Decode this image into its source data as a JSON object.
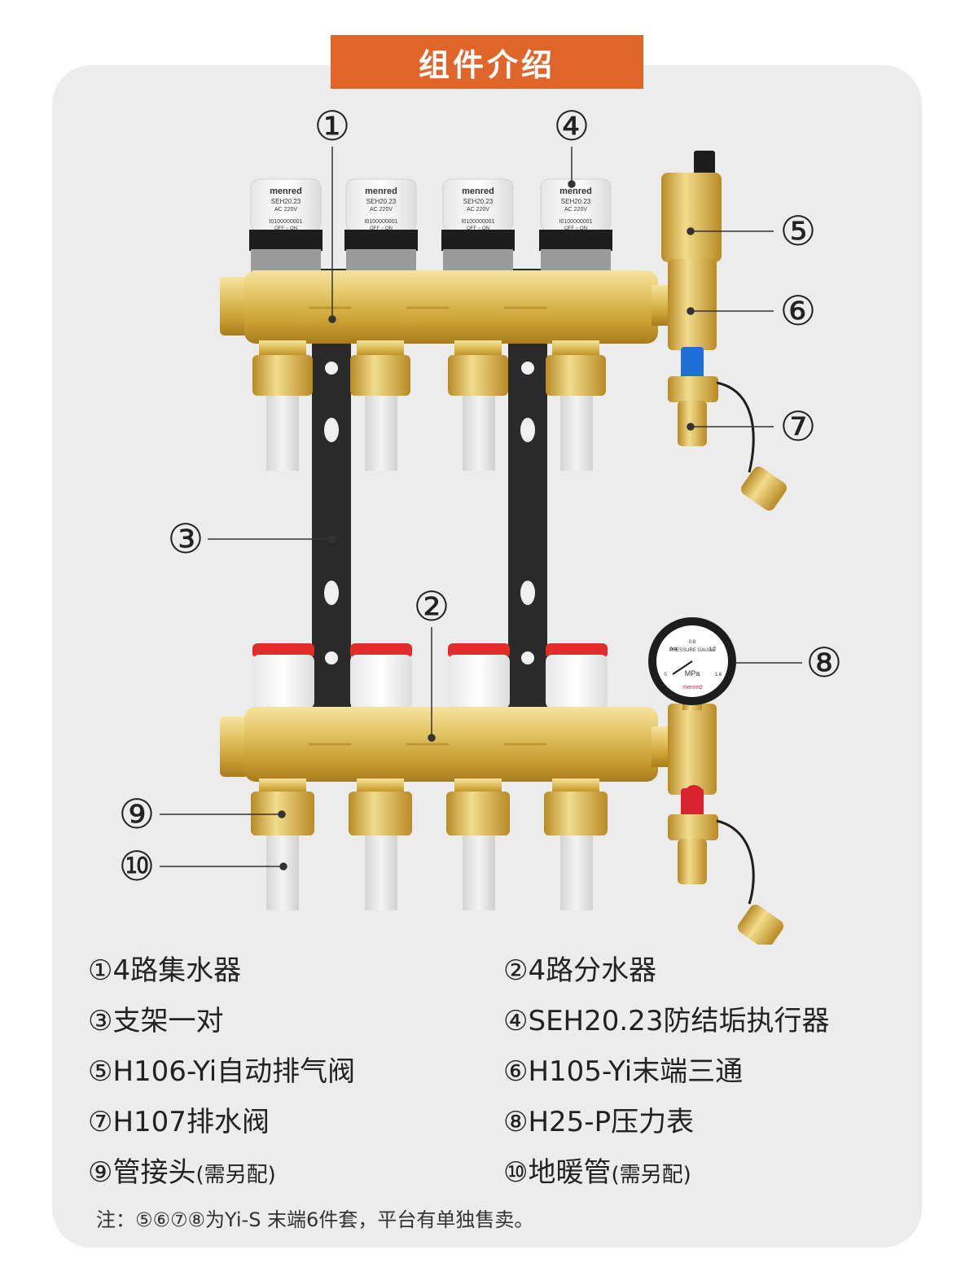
{
  "title": "组件介绍",
  "callouts": {
    "c1": "①",
    "c2": "②",
    "c3": "③",
    "c4": "④",
    "c5": "⑤",
    "c6": "⑥",
    "c7": "⑦",
    "c8": "⑧",
    "c9": "⑨",
    "c10": "⑩"
  },
  "actuator": {
    "brand": "menred",
    "model": "SEH20.23",
    "spec": "AC 220V",
    "serial": "I0100000001",
    "status": "OFF ○ ON"
  },
  "gauge": {
    "brand": "menred",
    "unit": "MPa",
    "label": "PRESSURE GAUGE",
    "ticks": [
      "0",
      "0.4",
      "0.8",
      "1.2",
      "1.6"
    ]
  },
  "legend": [
    {
      "main": "①4路集水器",
      "small": ""
    },
    {
      "main": "②4路分水器",
      "small": ""
    },
    {
      "main": "③支架一对",
      "small": ""
    },
    {
      "main": "④SEH20.23防结垢执行器",
      "small": ""
    },
    {
      "main": "⑤H106-Yi自动排气阀",
      "small": ""
    },
    {
      "main": "⑥H105-Yi末端三通",
      "small": ""
    },
    {
      "main": "⑦H107排水阀",
      "small": ""
    },
    {
      "main": "⑧H25-P压力表",
      "small": ""
    },
    {
      "main": "⑨管接头",
      "small": "(需另配)"
    },
    {
      "main": "⑩地暖管",
      "small": "(需另配)"
    }
  ],
  "note": "注：⑤⑥⑦⑧为Yi-S 末端6件套，平台有单独售卖。",
  "colors": {
    "accent": "#e0652b",
    "brass": "#d9b54a",
    "bracket": "#2a2a2a",
    "panel": "#ececec",
    "valve_blue": "#1f6fd6",
    "valve_red": "#d9232e"
  }
}
